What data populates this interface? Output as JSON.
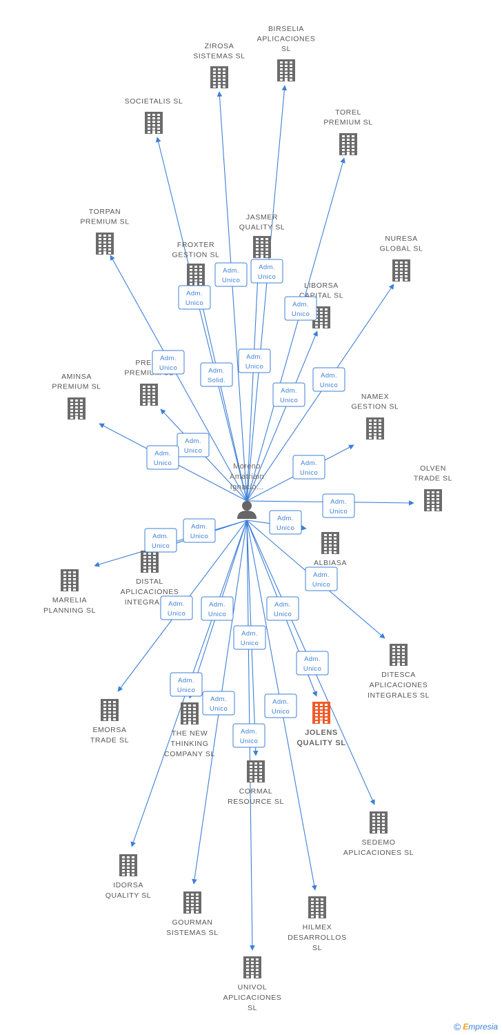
{
  "colors": {
    "edge": "#3d7fd6",
    "building": "#6b6b6b",
    "highlight": "#f05a28",
    "person": "#666666"
  },
  "person": {
    "lines": [
      "Moreno",
      "Amatriain",
      "Ignacio..."
    ],
    "icon": "person-icon"
  },
  "footer": {
    "copyright": "©",
    "brand_initial": "E",
    "brand_rest": "mpresia"
  },
  "companies": [
    {
      "id": "zirosa",
      "lines": [
        "ZIROSA",
        "SISTEMAS  SL"
      ]
    },
    {
      "id": "birselia",
      "lines": [
        "BIRSELIA",
        "APLICACIONES",
        "SL"
      ]
    },
    {
      "id": "societalis",
      "lines": [
        "SOCIETALIS SL"
      ]
    },
    {
      "id": "torel",
      "lines": [
        "TOREL",
        "PREMIUM  SL"
      ]
    },
    {
      "id": "torpan",
      "lines": [
        "TORPAN",
        "PREMIUM  SL"
      ]
    },
    {
      "id": "jasmer",
      "lines": [
        "JASMER",
        "QUALITY  SL"
      ]
    },
    {
      "id": "froxter",
      "lines": [
        "FROXTER",
        "GESTION  SL"
      ]
    },
    {
      "id": "nuresa",
      "lines": [
        "NURESA",
        "GLOBAL  SL"
      ]
    },
    {
      "id": "liborsa",
      "lines": [
        "LIBORSA",
        "CAPITAL  SL"
      ]
    },
    {
      "id": "presc",
      "lines": [
        "PRESC",
        "PREMIUM SL"
      ]
    },
    {
      "id": "aminsa",
      "lines": [
        "AMINSA",
        "PREMIUM  SL"
      ]
    },
    {
      "id": "namex",
      "lines": [
        "NAMEX",
        "GESTION  SL"
      ]
    },
    {
      "id": "olven",
      "lines": [
        "OLVEN",
        "TRADE  SL"
      ]
    },
    {
      "id": "albiasa",
      "lines": [
        "ALBIASA",
        "SL"
      ]
    },
    {
      "id": "distal",
      "lines": [
        "DISTAL",
        "APLICACIONES",
        "INTEGRALES"
      ]
    },
    {
      "id": "marelia",
      "lines": [
        "MARELIA",
        "PLANNING  SL"
      ]
    },
    {
      "id": "ditesca",
      "lines": [
        "DITESCA",
        "APLICACIONES",
        "INTEGRALES SL"
      ]
    },
    {
      "id": "emorsa",
      "lines": [
        "EMORSA",
        "TRADE  SL"
      ]
    },
    {
      "id": "thenew",
      "lines": [
        "THE NEW",
        "THINKING",
        "COMPANY SL"
      ]
    },
    {
      "id": "jolens",
      "lines": [
        "JOLENS",
        "QUALITY  SL"
      ],
      "highlight": true
    },
    {
      "id": "cormal",
      "lines": [
        "CORMAL",
        "RESOURCE  SL"
      ]
    },
    {
      "id": "sedemo",
      "lines": [
        "SEDEMO",
        "APLICACIONES SL"
      ]
    },
    {
      "id": "idorsa",
      "lines": [
        "IDORSA",
        "QUALITY  SL"
      ]
    },
    {
      "id": "gourman",
      "lines": [
        "GOURMAN",
        "SISTEMAS  SL"
      ]
    },
    {
      "id": "hilmex",
      "lines": [
        "HILMEX",
        "DESARROLLOS",
        "SL"
      ]
    },
    {
      "id": "univol",
      "lines": [
        "UNIVOL",
        "APLICACIONES",
        "SL"
      ]
    }
  ],
  "relations": [
    {
      "to": "zirosa",
      "role": [
        "Adm.",
        "Unico"
      ]
    },
    {
      "to": "birselia",
      "role": [
        "Adm.",
        "Unico"
      ]
    },
    {
      "to": "societalis",
      "role": [
        "Adm.",
        "Unico"
      ]
    },
    {
      "to": "torel",
      "role": [
        "Adm.",
        "Unico"
      ]
    },
    {
      "to": "torpan",
      "role": [
        "Adm.",
        "Unico"
      ]
    },
    {
      "to": "jasmer",
      "role": [
        "Adm.",
        "Unico"
      ]
    },
    {
      "to": "froxter",
      "role": [
        "Adm.",
        "Solid."
      ]
    },
    {
      "to": "nuresa",
      "role": [
        "Adm.",
        "Unico"
      ]
    },
    {
      "to": "liborsa",
      "role": [
        "Adm.",
        "Unico"
      ]
    },
    {
      "to": "presc",
      "role": [
        "Adm.",
        "Unico"
      ]
    },
    {
      "to": "aminsa",
      "role": [
        "Adm.",
        "Unico"
      ]
    },
    {
      "to": "namex",
      "role": [
        "Adm.",
        "Unico"
      ]
    },
    {
      "to": "olven",
      "role": [
        "Adm.",
        "Unico"
      ]
    },
    {
      "to": "albiasa",
      "role": [
        "Adm.",
        "Unico"
      ]
    },
    {
      "to": "distal",
      "role": [
        "Adm.",
        "Unico"
      ]
    },
    {
      "to": "marelia",
      "role": [
        "Adm.",
        "Unico"
      ]
    },
    {
      "to": "ditesca",
      "role": [
        "Adm.",
        "Unico"
      ]
    },
    {
      "to": "emorsa",
      "role": [
        "Adm.",
        "Unico"
      ]
    },
    {
      "to": "thenew",
      "role": [
        "Adm.",
        "Unico"
      ]
    },
    {
      "to": "jolens",
      "role": [
        "Adm.",
        "Unico"
      ]
    },
    {
      "to": "cormal",
      "role": [
        "Adm.",
        "Unico"
      ]
    },
    {
      "to": "sedemo",
      "role": [
        "Adm.",
        "Unico"
      ]
    },
    {
      "to": "idorsa",
      "role": [
        "Adm.",
        "Unico"
      ]
    },
    {
      "to": "gourman",
      "role": [
        "Adm.",
        "Unico"
      ]
    },
    {
      "to": "hilmex",
      "role": [
        "Adm.",
        "Unico"
      ]
    },
    {
      "to": "univol",
      "role": [
        "Adm.",
        "Unico"
      ]
    }
  ]
}
